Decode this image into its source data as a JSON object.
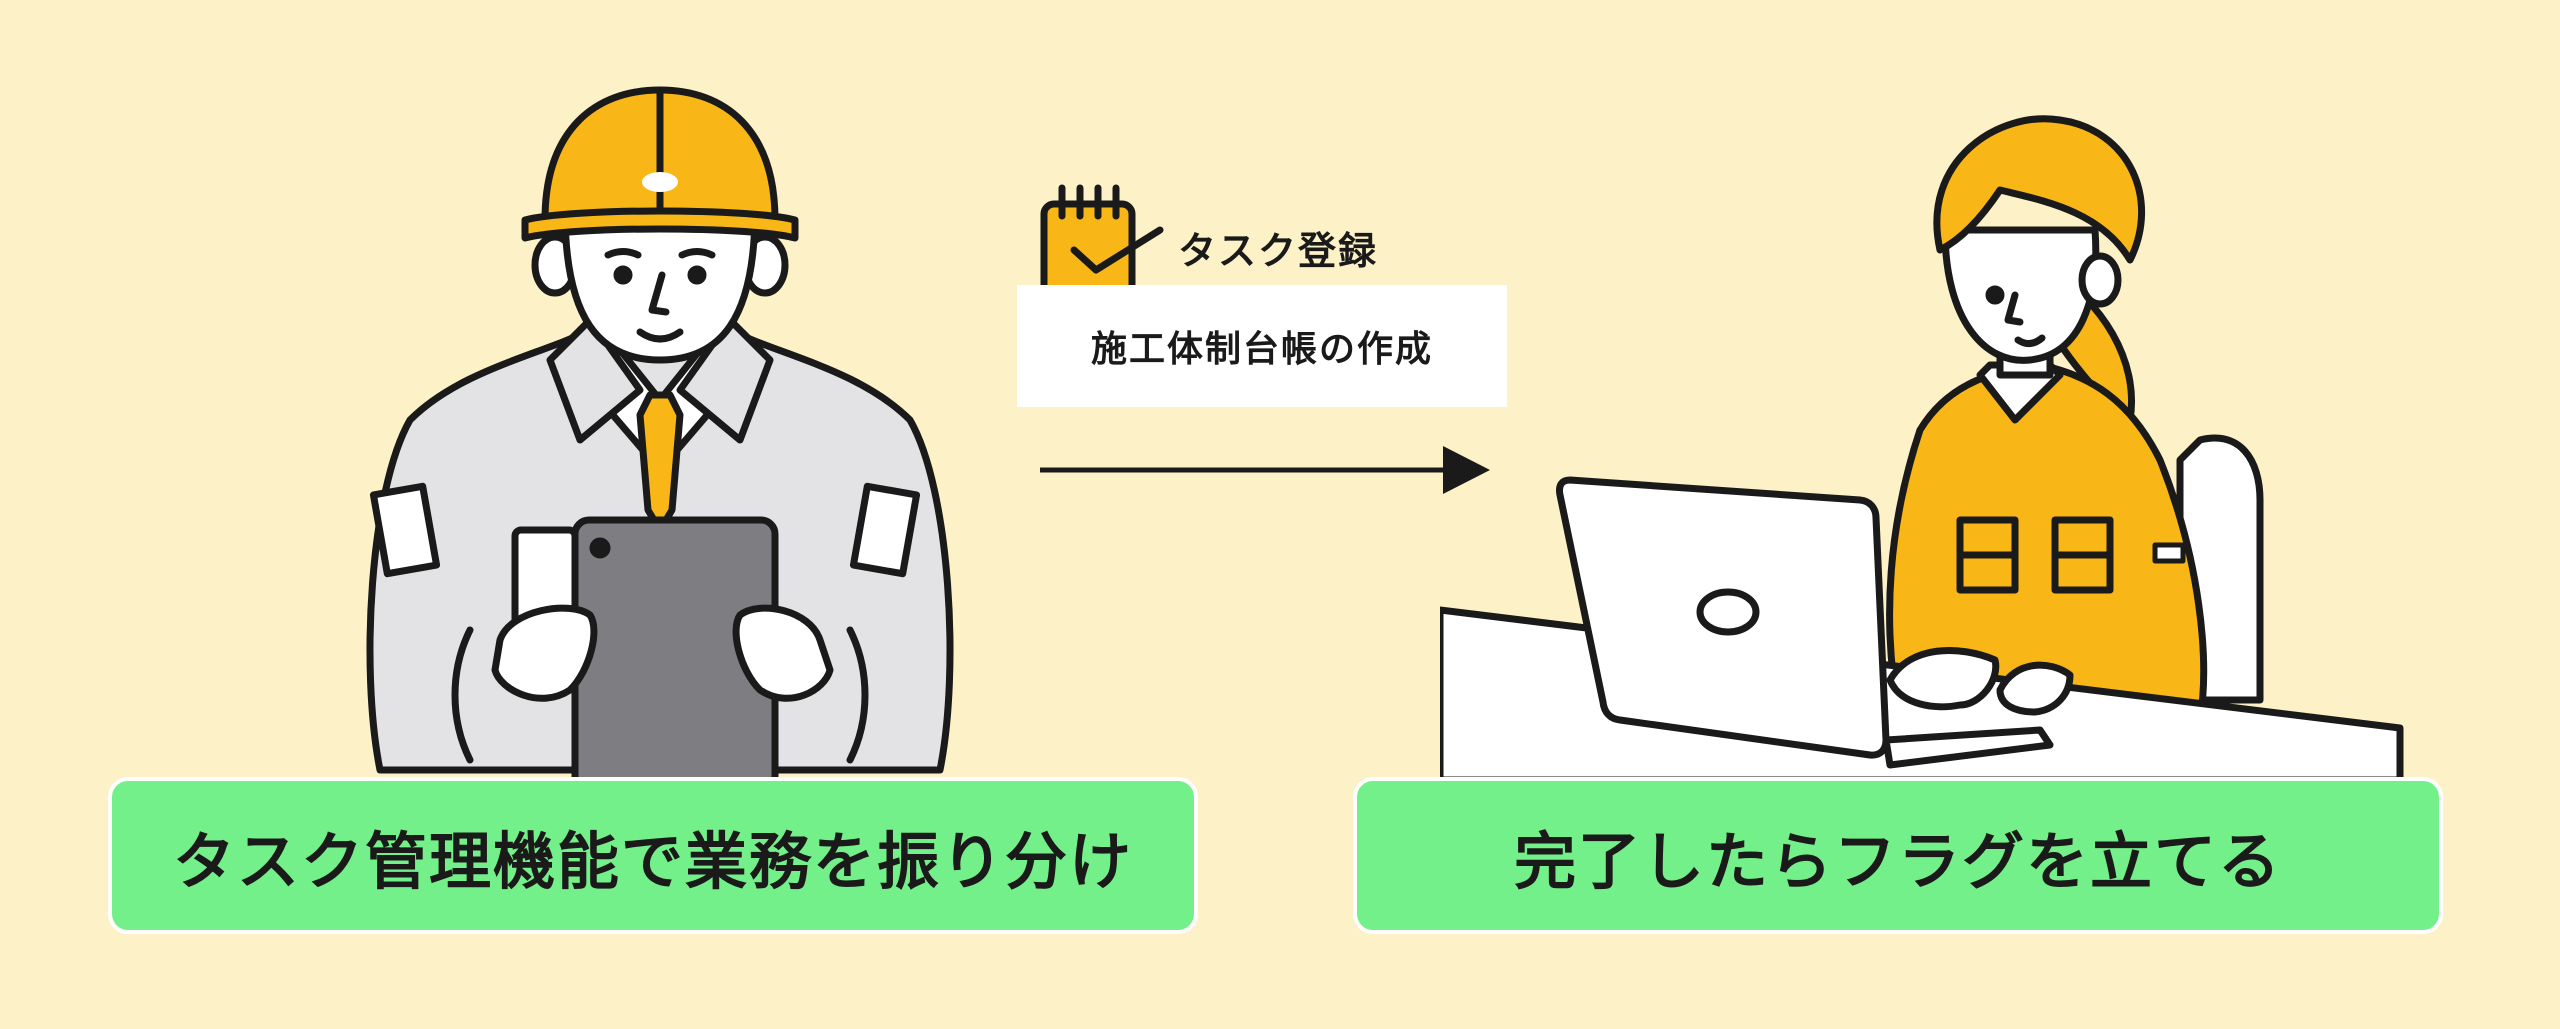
{
  "task_card": {
    "label": "タスク登録",
    "title": "施工体制台帳の作成"
  },
  "captions": {
    "left": "タスク管理機能で業務を振り分け",
    "right": "完了したらフラグを立てる"
  },
  "colors": {
    "background": "#FDF1C8",
    "caption_green": "#74F08A",
    "helmet_yellow": "#F8B617",
    "outline": "#1a1a1a",
    "jacket_gray": "#E3E3E5",
    "tablet_gray": "#7E7D82"
  },
  "icons": [
    "calendar-check-icon",
    "arrow-right-icon"
  ]
}
